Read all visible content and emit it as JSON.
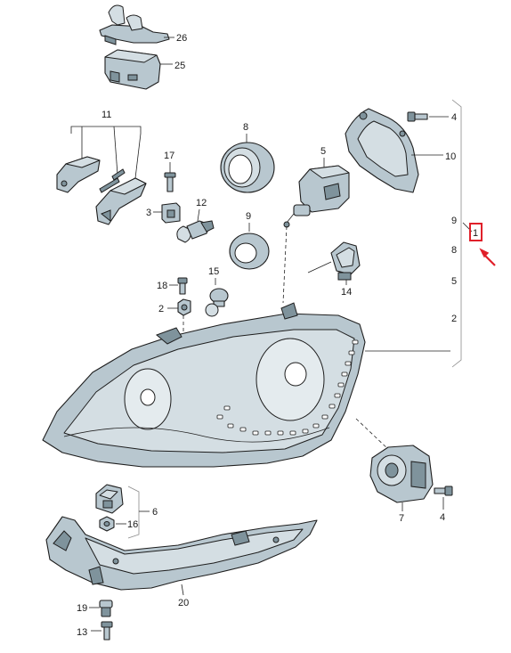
{
  "labels": {
    "p26": "26",
    "p25": "25",
    "p11": "11",
    "p8a": "8",
    "p17": "17",
    "p12": "12",
    "p9a": "9",
    "p5a": "5",
    "p4a": "4",
    "p10": "10",
    "p9b": "9",
    "p1": "1",
    "p8b": "8",
    "p5b": "5",
    "p2b": "2",
    "p15": "15",
    "p18": "18",
    "p2a": "2",
    "p14": "14",
    "p6": "6",
    "p16": "16",
    "p7": "7",
    "p4b": "4",
    "p19": "19",
    "p20": "20",
    "p13": "13"
  },
  "colors": {
    "highlight": "#e0202a",
    "part_fill": "#b8c7cf",
    "outline": "#1e1e1e"
  }
}
